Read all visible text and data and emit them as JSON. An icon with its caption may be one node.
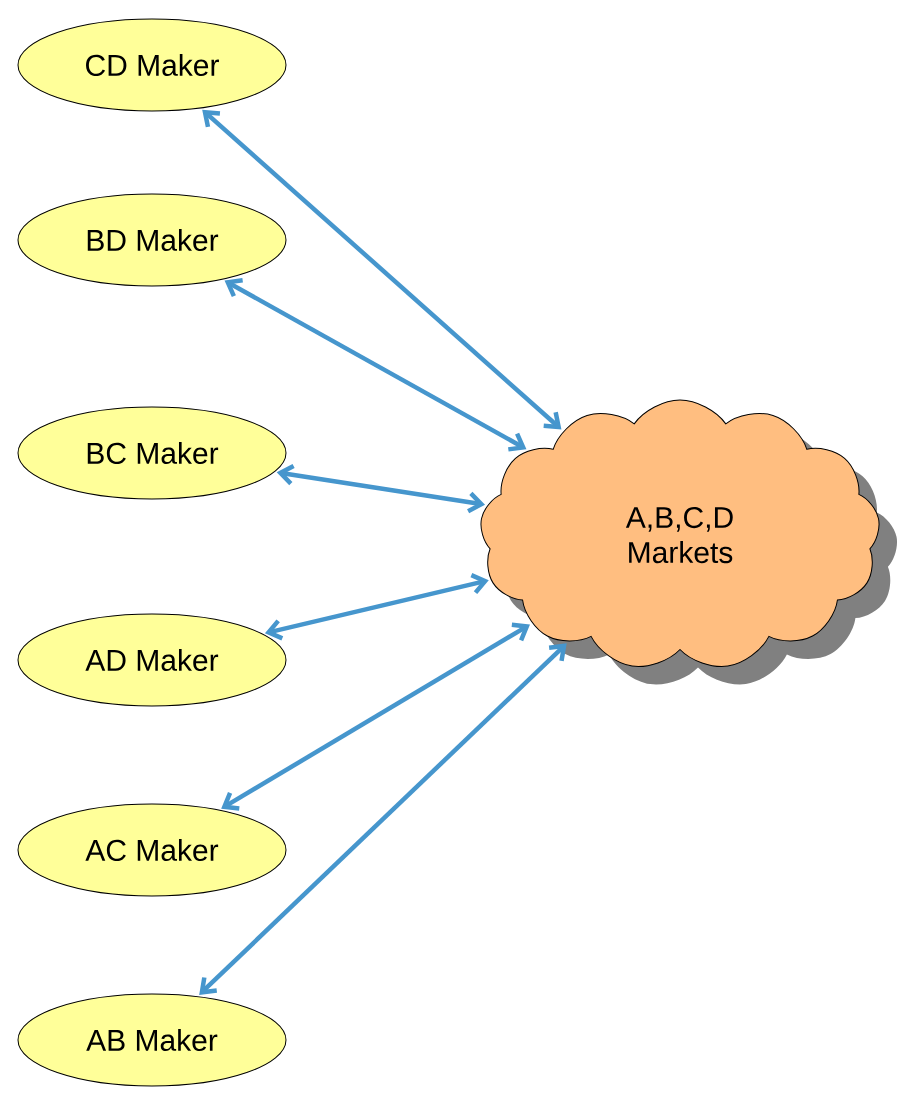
{
  "diagram": {
    "nodes": [
      {
        "text": [
          "CD Maker"
        ]
      },
      {
        "text": [
          "BD Maker"
        ]
      },
      {
        "text": [
          "BC Maker"
        ]
      },
      {
        "text": [
          "AD Maker"
        ]
      },
      {
        "text": [
          "AC Maker"
        ]
      },
      {
        "text": [
          "AB Maker"
        ]
      },
      {
        "text": [
          "A,B,C,D Markets"
        ]
      }
    ],
    "edges": [
      {
        "from": 0,
        "to": 6,
        "arrow": "both"
      },
      {
        "from": 1,
        "to": 6,
        "arrow": "both"
      },
      {
        "from": 2,
        "to": 6,
        "arrow": "both"
      },
      {
        "from": 3,
        "to": 6,
        "arrow": "both"
      },
      {
        "from": 4,
        "to": 6,
        "arrow": "both"
      },
      {
        "from": 5,
        "to": 6,
        "arrow": "both"
      }
    ]
  }
}
